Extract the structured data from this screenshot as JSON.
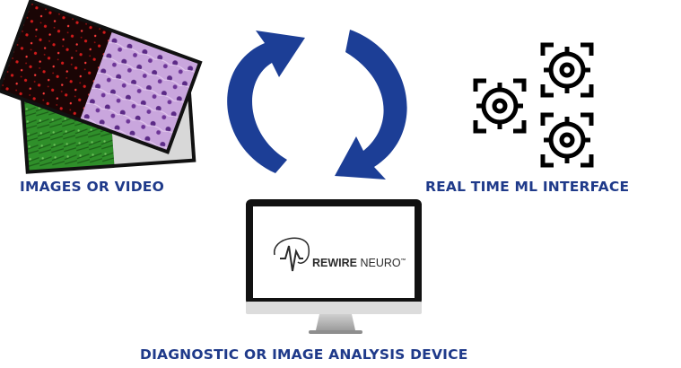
{
  "labels": {
    "images": "IMAGES OR VIDEO",
    "ml": "REAL TIME ML INTERFACE",
    "device": "DIAGNOSTIC OR IMAGE ANALYSIS DEVICE"
  },
  "brand": {
    "name_bold": "REWIRE",
    "name_light": " NEURO",
    "trademark": "™"
  },
  "colors": {
    "label": "#1f3a8a",
    "arrow": "#1c3e96",
    "icon": "#000000"
  }
}
